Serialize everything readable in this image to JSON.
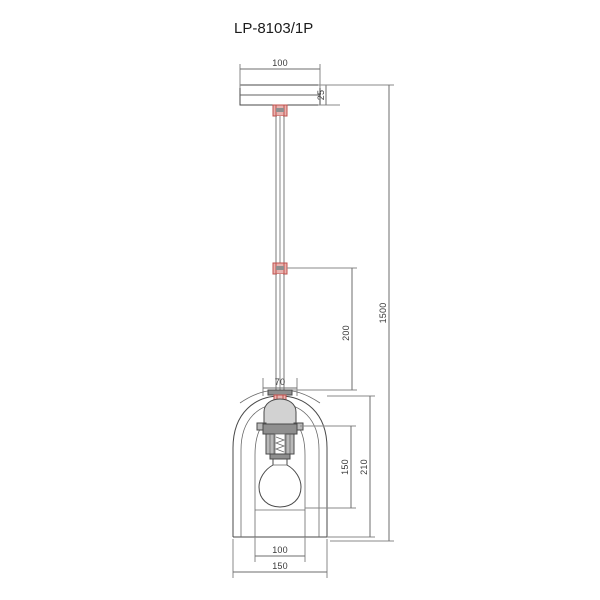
{
  "document": {
    "title": "LP-8103/1P",
    "type": "technical-drawing",
    "subject": "pendant-lamp-dimension-drawing",
    "background_color": "#ffffff",
    "line_color": "#4a4a4a",
    "dimension_color": "#6e6e6e",
    "accent_color": "#c0504d"
  },
  "dimensions": {
    "canopy_width": "100",
    "canopy_height": "25",
    "drop_total": "1500",
    "rod_segment": "200",
    "shade_top_opening": "70",
    "shade_inner_height": "150",
    "shade_height": "210",
    "shade_base_inner": "100",
    "shade_width": "150"
  },
  "labels": [
    {
      "id": "canopy-width",
      "value": "100",
      "orientation": "horizontal"
    },
    {
      "id": "canopy-height",
      "value": "25",
      "orientation": "vertical"
    },
    {
      "id": "rod-segment",
      "value": "200",
      "orientation": "vertical"
    },
    {
      "id": "drop-total",
      "value": "1500",
      "orientation": "vertical"
    },
    {
      "id": "shade-top-opening",
      "value": "70",
      "orientation": "horizontal"
    },
    {
      "id": "shade-inner-height",
      "value": "150",
      "orientation": "vertical"
    },
    {
      "id": "shade-height",
      "value": "210",
      "orientation": "vertical"
    },
    {
      "id": "shade-base-inner",
      "value": "100",
      "orientation": "horizontal"
    },
    {
      "id": "shade-width",
      "value": "150",
      "orientation": "horizontal"
    }
  ],
  "units": "mm"
}
